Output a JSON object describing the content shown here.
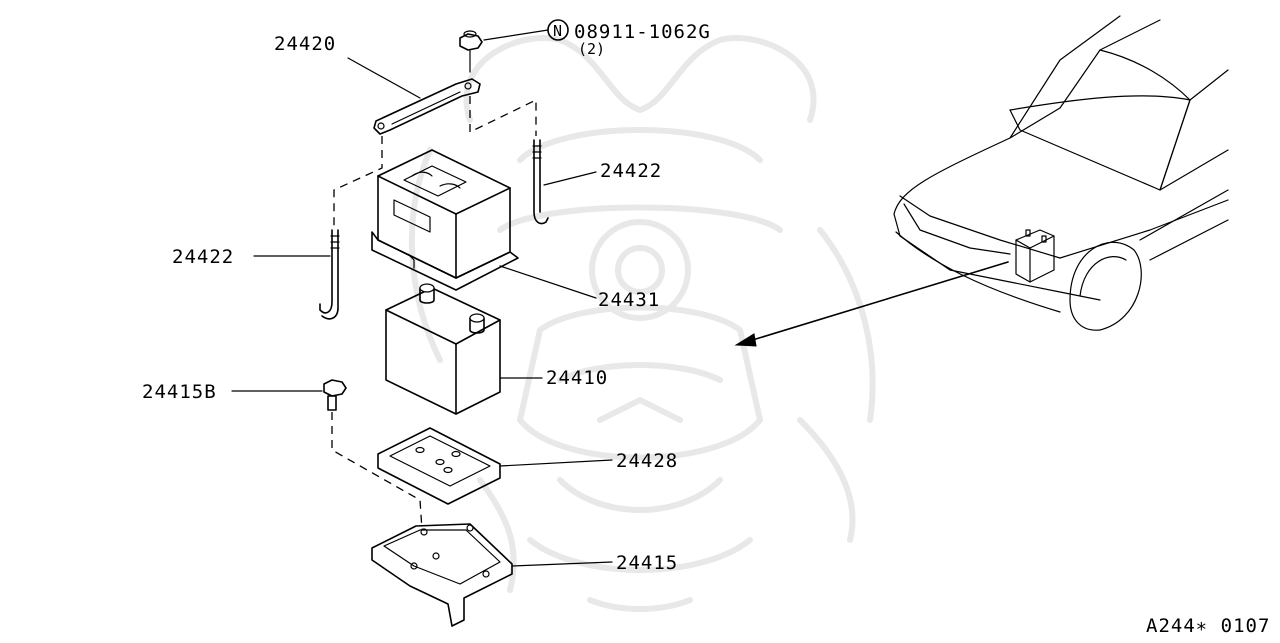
{
  "parts": {
    "hold_frame": "24420",
    "nut_code": "08911-1062G",
    "nut_symbol": "N",
    "nut_qty": "(2)",
    "rod_right": "24422",
    "rod_left": "24422",
    "battery_cover": "24431",
    "battery": "24410",
    "bolt": "24415B",
    "tray_pad": "24428",
    "battery_bracket": "24415"
  },
  "figure_code": "A244∗ 0107",
  "colors": {
    "line": "#000000",
    "watermark": "#e8e8e8",
    "background": "#ffffff"
  }
}
